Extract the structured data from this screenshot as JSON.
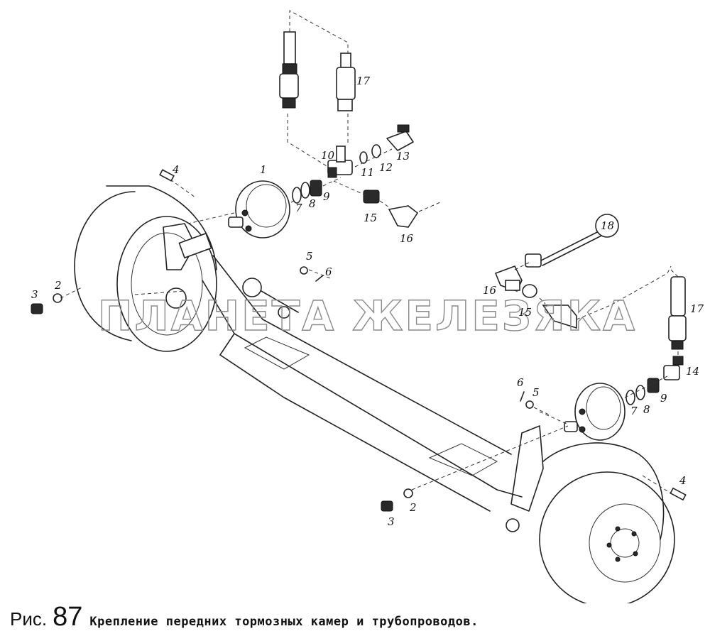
{
  "watermark": "ПЛАНЕТА ЖЕЛЕЗЯКА",
  "caption": {
    "prefix": "Рис.",
    "number": "87",
    "text": "Крепление передних тормозных камер и трубопроводов."
  },
  "callouts": {
    "c1": "1",
    "c2a": "2",
    "c3a": "3",
    "c4a": "4",
    "c5a": "5",
    "c6a": "6",
    "c7a": "7",
    "c8a": "8",
    "c9a": "9",
    "c10": "10",
    "c11": "11",
    "c12": "12",
    "c13": "13",
    "c15a": "15",
    "c16a": "16",
    "c17a": "17",
    "c18": "18",
    "c16b": "16",
    "c15b": "15",
    "c17b": "17",
    "c14": "14",
    "c6b": "6",
    "c5b": "5",
    "c7b": "7",
    "c8b": "8",
    "c9b": "9",
    "c4b": "4",
    "c2b": "2",
    "c3b": "3"
  }
}
